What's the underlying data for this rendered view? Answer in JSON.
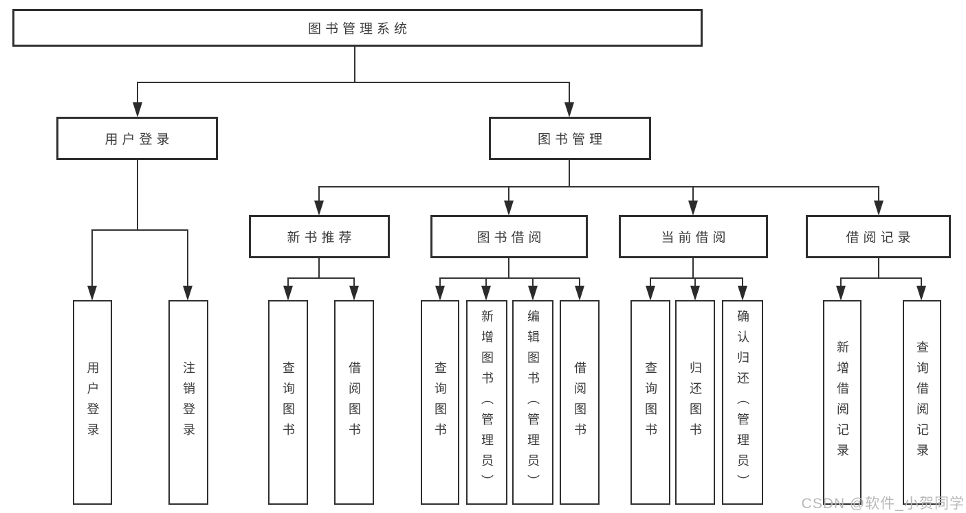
{
  "diagram": {
    "title": "图书管理系统",
    "colors": {
      "line": "#333333",
      "box_border": "#2f2f2f",
      "text": "#3a3a3a",
      "background": "#ffffff",
      "watermark_text_color": "#b8b8b8"
    },
    "tree": {
      "label": "图书管理系统",
      "children": [
        {
          "label": "用户登录",
          "children": [
            {
              "label": "用户登录"
            },
            {
              "label": "注销登录"
            }
          ]
        },
        {
          "label": "图书管理",
          "children": [
            {
              "label": "新书推荐",
              "children": [
                {
                  "label": "查询图书"
                },
                {
                  "label": "借阅图书"
                }
              ]
            },
            {
              "label": "图书借阅",
              "children": [
                {
                  "label": "查询图书"
                },
                {
                  "label": "新增图书（管理员）"
                },
                {
                  "label": "编辑图书（管理员）"
                },
                {
                  "label": "借阅图书"
                }
              ]
            },
            {
              "label": "当前借阅",
              "children": [
                {
                  "label": "查询图书"
                },
                {
                  "label": "归还图书"
                },
                {
                  "label": "确认归还（管理员）"
                }
              ]
            },
            {
              "label": "借阅记录",
              "children": [
                {
                  "label": "新增借阅记录"
                },
                {
                  "label": "查询借阅记录"
                }
              ]
            }
          ]
        }
      ]
    }
  },
  "watermark": {
    "text": "CSDN @软件_小贺同学"
  }
}
